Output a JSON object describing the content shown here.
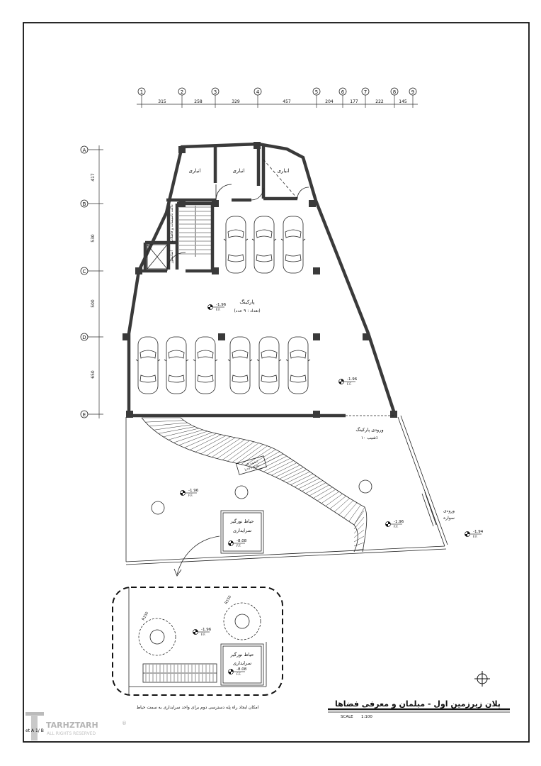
{
  "grid": {
    "columns": [
      "1",
      "2",
      "3",
      "4",
      "5",
      "6",
      "7",
      "8",
      "9"
    ],
    "spans_x": [
      "315",
      "258",
      "329",
      "457",
      "204",
      "177",
      "222",
      "145"
    ],
    "rows": [
      "A",
      "B",
      "C",
      "D",
      "E"
    ],
    "spans_y": [
      "417",
      "530",
      "500",
      "650"
    ]
  },
  "rooms": {
    "storage_1": "انباری",
    "storage_2": "انباری",
    "storage_3": "انباری",
    "duct": "داکت تاسیسات و فاضلاب",
    "elevator": "آسانسور",
    "parking_title": "پارکینگ",
    "parking_count": "(تعداد : ۹ عدد)",
    "parking_entrance_1": "ورودی پارکینگ",
    "parking_entrance_2": "شیب ۱۰٪",
    "ramp_label_1": "شیب ۱۵٪",
    "ramp_label_2": "L=۲۶.۵ m",
    "courtyard_1": "حیاط نورگیر",
    "courtyard_2": "سرایداری",
    "rider_entrance_1": "ورودی",
    "rider_entrance_2": "سواره"
  },
  "levels": {
    "parking_a": "-1.96",
    "parking_b": "-1.96",
    "yard": "-1.96",
    "yard_right": "-1.96",
    "courtyard": "-8.08",
    "outside": "-1.94",
    "ff": "F.F."
  },
  "detail": {
    "tree_1": "R150",
    "tree_2": "R150",
    "level": "-1.96",
    "courtyard_1": "حیاط نورگیر",
    "courtyard_2": "سرایداری",
    "courtyard_level": "-8.08",
    "caption": "امکان ایجاد راه پله دسترسی دوم برای واحد سرایداری به سمت حیاط"
  },
  "title_block": {
    "title": "پلان زیرزمین اول  - مبلمان و معرفی فضاها",
    "scale_label": "SCALE",
    "scale_value": "1:100",
    "watermark": "TARHZTARH",
    "watermark_sub": "ALL RIGHTS RESERVED",
    "registered": "®",
    "sheet_code": "et A 1/ B"
  }
}
